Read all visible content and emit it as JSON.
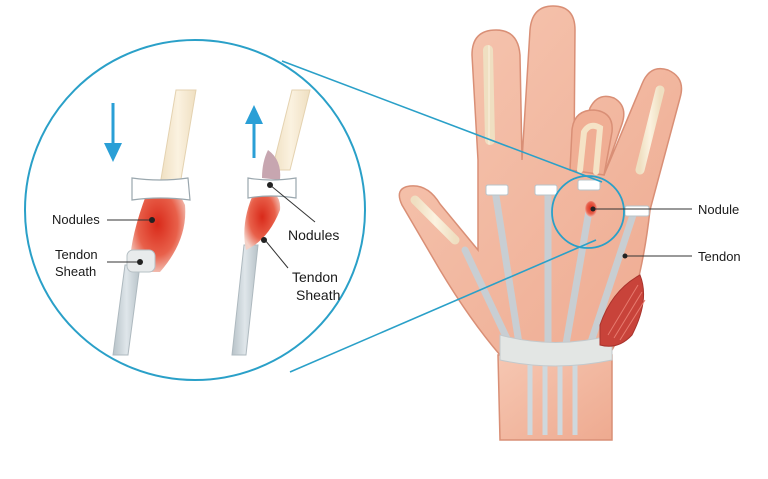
{
  "labels": {
    "nodules_left": "Nodules",
    "tendon_sheath_left_line1": "Tendon",
    "tendon_sheath_left_line2": "Sheath",
    "nodules_right": "Nodules",
    "tendon_sheath_right_line1": "Tendon",
    "tendon_sheath_right_line2": "Sheath",
    "nodule": "Nodule",
    "tendon": "Tendon"
  },
  "colors": {
    "zoom_circle": "#2aa0c8",
    "arrow": "#2a9fd6",
    "skin": "#f2b9a0",
    "skin_dark": "#e29a7f",
    "tendon": "#c9d3d8",
    "tendon_band": "#f3e6cc",
    "nodule_red": "#e0402c",
    "muscle": "#c8433a"
  },
  "icons": {
    "down_arrow": "arrow-down-icon",
    "up_arrow": "arrow-up-icon"
  }
}
